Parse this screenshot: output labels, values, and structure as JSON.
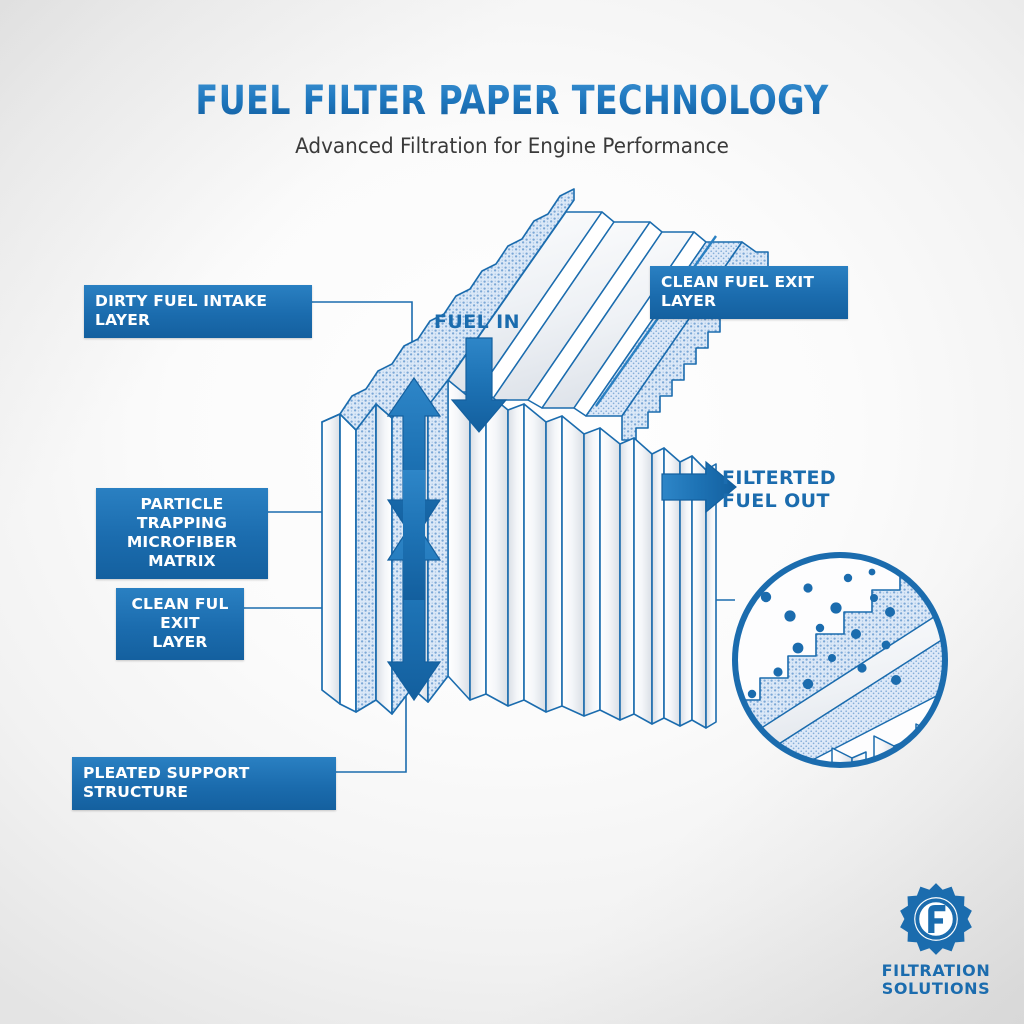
{
  "header": {
    "title": "FUEL FILTER PAPER TECHNOLOGY",
    "subtitle": "Advanced Filtration for Engine Performance"
  },
  "callouts": [
    {
      "id": "dirty-fuel-intake-layer",
      "label": "DIRTY FUEL INTAKE LAYER"
    },
    {
      "id": "particle-trapping-microfiber-matrix",
      "label": "PARTICLE TRAPPING\nMICROFIBER MATRIX"
    },
    {
      "id": "clean-ful-exit-layer",
      "label": "CLEAN FUL EXIT\nLAYER"
    },
    {
      "id": "pleated-support-structure",
      "label": "PLEATED SUPPORT STRUCTURE"
    },
    {
      "id": "clean-fuel-exit-layer",
      "label": "CLEAN FUEL EXIT LAYER"
    }
  ],
  "flow": {
    "inlet_label": "FUEL IN",
    "outlet_label": "FILTERTED\nFUEL OUT"
  },
  "logo": {
    "monogram": "F",
    "name": "FILTRATION\nSOLUTIONS"
  },
  "colors": {
    "brand_blue": "#1b6cae",
    "brand_blue_light": "#2a80c2",
    "brand_blue_dark": "#14609f",
    "stipple_blue": "#6f9fd0",
    "media_fill": "#cfe0f2",
    "pleat_white": "#f7f8fa",
    "background_light": "#ffffff",
    "background_edge": "#e4e4e4",
    "subtitle_text": "#3a3a3a"
  },
  "diagram": {
    "type": "isometric-cutaway",
    "subject": "pleated fuel filter paper element",
    "detail_circle": {
      "shows": "magnified cross-section of filter media with trapped particles above pleated support",
      "particle_count": 18
    },
    "pleat_count_front": 14,
    "layer_count_left": 4,
    "depth_arrow": "double-headed vertical arrow indicating media depth"
  }
}
